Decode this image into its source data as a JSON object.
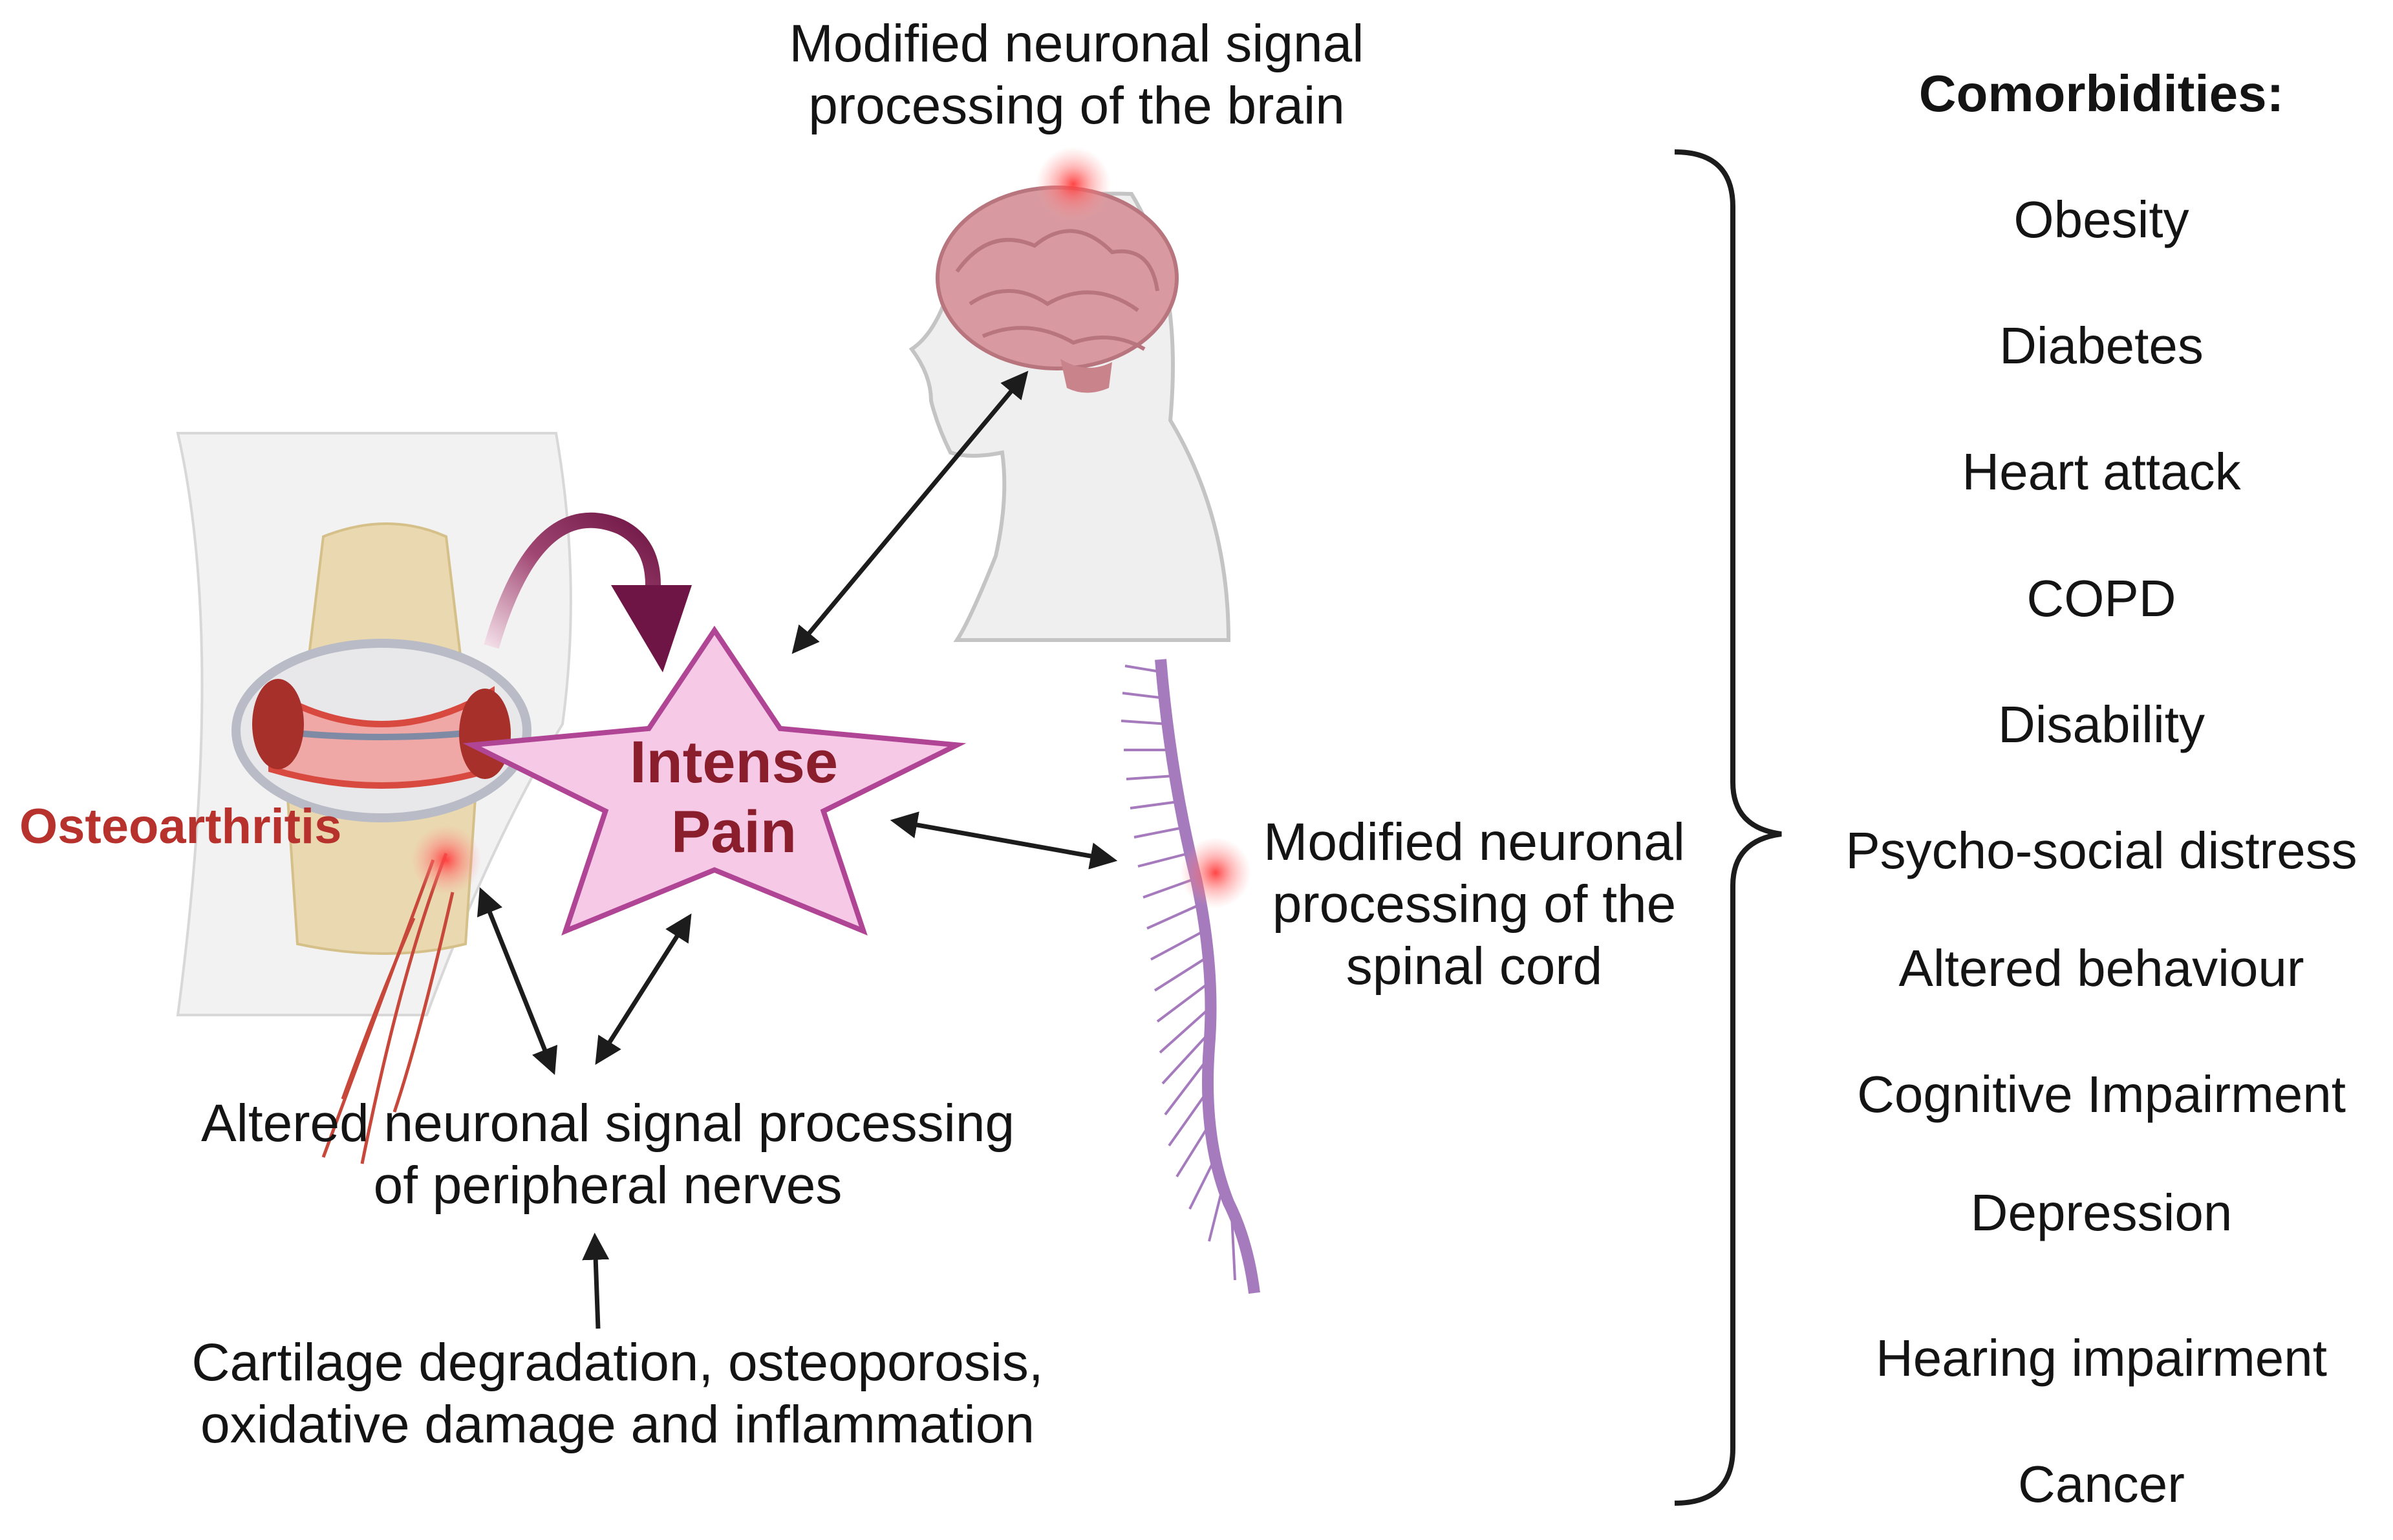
{
  "labels": {
    "brain": [
      "Modified neuronal signal",
      "processing of the brain"
    ],
    "spinal": [
      "Modified neuronal",
      "processing of the",
      "spinal cord"
    ],
    "peripheral": [
      "Altered neuronal signal processing",
      "of peripheral nerves"
    ],
    "cause": [
      "Cartilage degradation, osteoporosis,",
      "oxidative damage and inflammation"
    ],
    "osteoarthritis": "Osteoarthritis",
    "pain": [
      "Intense",
      "Pain"
    ]
  },
  "comorbidities": {
    "title": "Comorbidities:",
    "items": [
      "Obesity",
      "Diabetes",
      "Heart attack",
      "COPD",
      "Disability",
      "Psycho-social distress",
      "Altered behaviour",
      "Cognitive Impairment",
      "Depression",
      "Hearing impairment",
      "Cancer"
    ]
  },
  "colors": {
    "star_fill": "#f6c9e6",
    "star_stroke": "#b04595",
    "pain_text": "#8a1e2c",
    "oa_text": "#b8322d",
    "curved_arrow": "#6e1545",
    "brain": "#d89aa0",
    "spine": "#a57bbd"
  }
}
